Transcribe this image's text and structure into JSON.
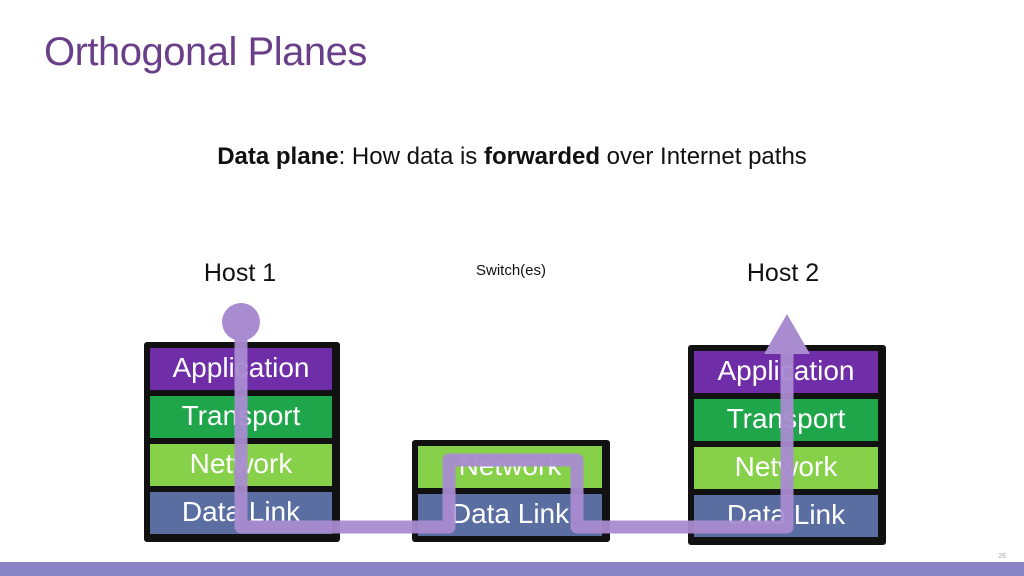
{
  "slide": {
    "title": "Orthogonal Planes",
    "subtitle": {
      "part1_bold": "Data plane",
      "part2": ": How data is ",
      "part3_bold": "forwarded",
      "part4": " over Internet paths"
    },
    "labels": {
      "host1": "Host 1",
      "switch": "Switch(es)",
      "host2": "Host 2"
    },
    "host1_layers": [
      "Application",
      "Transport",
      "Network",
      "Data Link"
    ],
    "switch_layers": [
      "Network",
      "Data Link"
    ],
    "host2_layers": [
      "Application",
      "Transport",
      "Network",
      "Data Link"
    ],
    "page_number": "26"
  },
  "colors": {
    "title": "#6a3f8a",
    "application": "#6f2da8",
    "transport": "#1fa64a",
    "network": "#86d04a",
    "data_link": "#5b6ea2",
    "path": "#a98bd0",
    "bottom_bar": "#8a86c6"
  }
}
